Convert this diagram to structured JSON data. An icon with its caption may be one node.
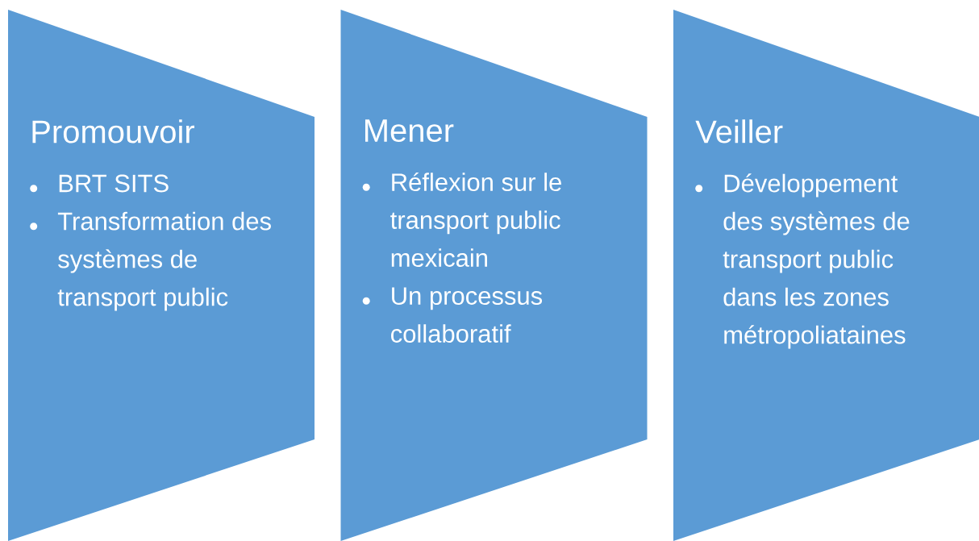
{
  "diagram": {
    "nodes": [
      {
        "text": [
          "Promouvoir",
          "BRT SITS",
          "Transformation des systèmes de transport public"
        ]
      },
      {
        "text": [
          "Mener",
          "Réflexion sur le transport public mexicain",
          "Un processus collaboratif"
        ]
      },
      {
        "text": [
          "Veiller",
          "Développement des systèmes de transport public dans les zones métropoliataines"
        ]
      }
    ]
  }
}
